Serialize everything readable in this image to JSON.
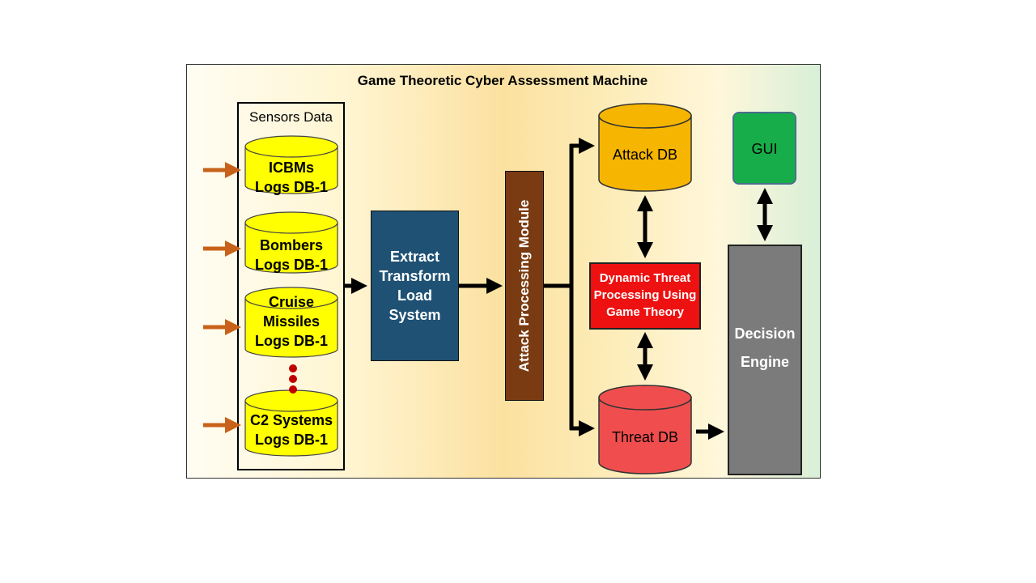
{
  "title": "Game Theoretic Cyber Assessment Machine",
  "sensors": {
    "label": "Sensors Data",
    "dbs": [
      {
        "line1": "ICBMs",
        "line2": "Logs DB-1"
      },
      {
        "line1": "Bombers",
        "line2": "Logs DB-1"
      },
      {
        "line1": "Cruise",
        "line2": "Missiles",
        "line3": "Logs DB-1"
      },
      {
        "line1": "C2 Systems",
        "line2": "Logs DB-1"
      }
    ]
  },
  "etl": {
    "line1": "Extract",
    "line2": "Transform",
    "line3": "Load",
    "line4": "System"
  },
  "apm": {
    "label": "Attack Processing Module"
  },
  "attack_db": {
    "label": "Attack DB"
  },
  "threat_db": {
    "label": "Threat DB"
  },
  "dtp": {
    "line1": "Dynamic Threat",
    "line2": "Processing Using",
    "line3": "Game Theory"
  },
  "gui": {
    "label": "GUI"
  },
  "decision": {
    "line1": "Decision",
    "line2": "Engine"
  },
  "colors": {
    "sensor_db_fill": "#ffff00",
    "input_arrow": "#c8621a",
    "etl_fill": "#1e5174",
    "apm_fill": "#7a3b12",
    "attack_db_fill": "#f6b500",
    "threat_db_fill": "#f04e4e",
    "dtp_fill": "#ee1111",
    "gui_fill": "#17ad4a",
    "decision_fill": "#7b7b7b",
    "dots": "#c00000"
  },
  "icons": [
    "database-cylinder-icon",
    "right-arrow-icon",
    "double-arrow-icon",
    "ellipsis-dots-icon"
  ]
}
